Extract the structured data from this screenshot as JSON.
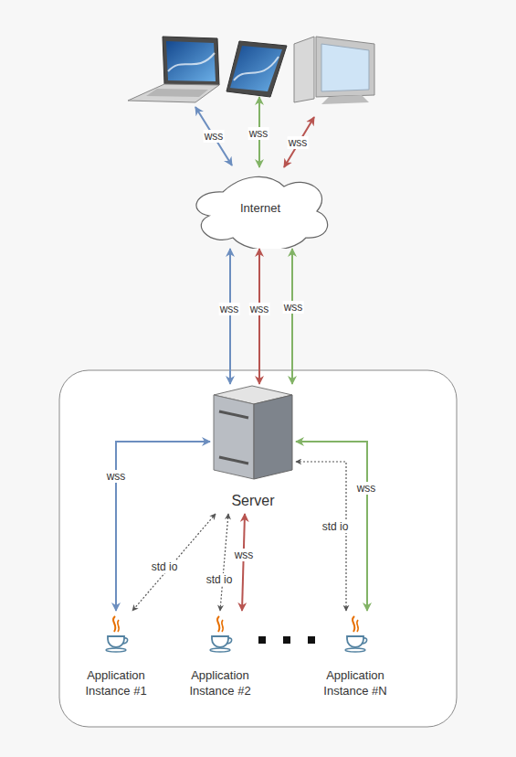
{
  "diagram": {
    "nodes": [
      {
        "text": [
          "Internet"
        ]
      },
      {
        "text": [
          "Server"
        ]
      },
      {
        "text": [
          "Application Instance #1"
        ]
      },
      {
        "text": [
          "Application Instance #2"
        ]
      },
      {
        "text": [
          "Application Instance #N"
        ]
      }
    ],
    "edges": [
      {
        "from": 0,
        "to": 1,
        "label": "wss",
        "arrow": "both"
      },
      {
        "from": 0,
        "to": 1,
        "label": "wss",
        "arrow": "both"
      },
      {
        "from": 0,
        "to": 1,
        "label": "wss",
        "arrow": "both"
      },
      {
        "from": 1,
        "to": 2,
        "label": "wss",
        "arrow": "both"
      },
      {
        "from": 1,
        "to": 2,
        "label": "std io",
        "arrow": "both"
      },
      {
        "from": 1,
        "to": 3,
        "label": "std io",
        "arrow": "both"
      },
      {
        "from": 1,
        "to": 3,
        "label": "wss",
        "arrow": "both"
      },
      {
        "from": 1,
        "to": 4,
        "label": "std io",
        "arrow": "both"
      },
      {
        "from": 1,
        "to": 4,
        "label": "wss",
        "arrow": "both"
      }
    ],
    "labels": [
      "wss",
      "wss",
      "wss"
    ]
  }
}
